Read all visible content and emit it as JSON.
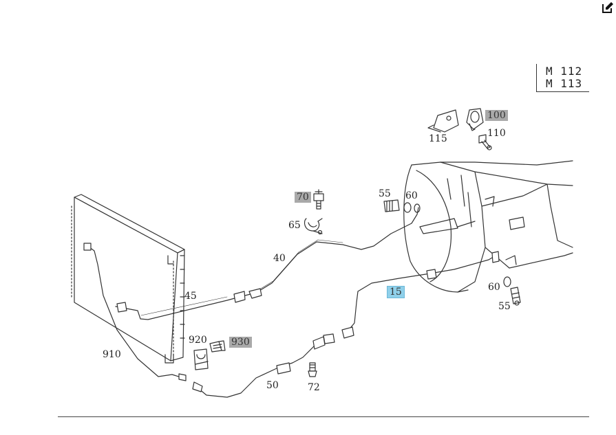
{
  "diagram": {
    "model_codes": [
      "M 112",
      "M 113"
    ],
    "colors": {
      "highlight_gray": "#a9a9a9",
      "highlight_blue": "#8fd0ea",
      "line": "#333333"
    },
    "edit_icon": "edit-icon",
    "callouts": [
      {
        "id": "100",
        "style": "gray"
      },
      {
        "id": "110",
        "style": "plain"
      },
      {
        "id": "115",
        "style": "plain"
      },
      {
        "id": "70",
        "style": "gray"
      },
      {
        "id": "55",
        "style": "plain"
      },
      {
        "id": "60",
        "style": "plain"
      },
      {
        "id": "65",
        "style": "plain"
      },
      {
        "id": "40",
        "style": "plain"
      },
      {
        "id": "45",
        "style": "plain"
      },
      {
        "id": "15",
        "style": "blue"
      },
      {
        "id": "60",
        "style": "plain"
      },
      {
        "id": "55",
        "style": "plain"
      },
      {
        "id": "920",
        "style": "plain"
      },
      {
        "id": "930",
        "style": "gray"
      },
      {
        "id": "910",
        "style": "plain"
      },
      {
        "id": "50",
        "style": "plain"
      },
      {
        "id": "72",
        "style": "plain"
      }
    ]
  }
}
